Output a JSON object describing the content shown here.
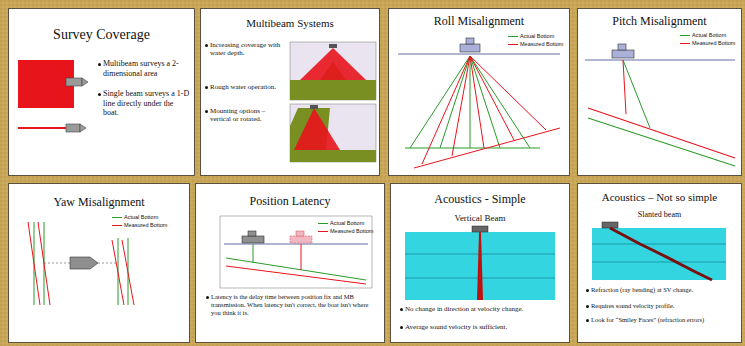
{
  "diagram": {
    "nodes": [
      {
        "text": [
          "Survey Coverage",
          "Multibeam surveys a 2-dimensional area",
          "Single beam surveys a 1-D line directly under the boat."
        ]
      },
      {
        "text": [
          "Multibeam Systems",
          "Increasing coverage with water depth.",
          "Rough water operation.",
          "Mounting options – vertical or rotated."
        ]
      },
      {
        "text": [
          "Roll Misalignment"
        ]
      },
      {
        "text": [
          "Pitch Misalignment"
        ]
      },
      {
        "text": [
          "Yaw Misalignment"
        ]
      },
      {
        "text": [
          "Position Latency",
          "Latency is the delay time between position fix and MB transmission. When latency isn't correct, the boat isn't where you think it is."
        ]
      },
      {
        "text": [
          "Acoustics - Simple",
          "Vertical Beam",
          "No change in direction at velocity change.",
          "Average sound velocity is sufficient."
        ]
      },
      {
        "text": [
          "Acoustics – Not so simple",
          "Slanted beam",
          "Refraction (ray bending) at SV change.",
          "Requires sound velocity profile.",
          "Look for “Smiley Faces” (refraction errors)"
        ]
      }
    ],
    "legend": [
      {
        "text": "Actual Bottom"
      },
      {
        "text": "Measured Bottom"
      },
      {
        "text": "Actual Bottom"
      },
      {
        "text": "Measured Bottom"
      },
      {
        "text": "Actual Bottom"
      },
      {
        "text": "Measured Bottom"
      },
      {
        "text": "Actual Bottom"
      },
      {
        "text": "Measured Bottom"
      }
    ]
  }
}
